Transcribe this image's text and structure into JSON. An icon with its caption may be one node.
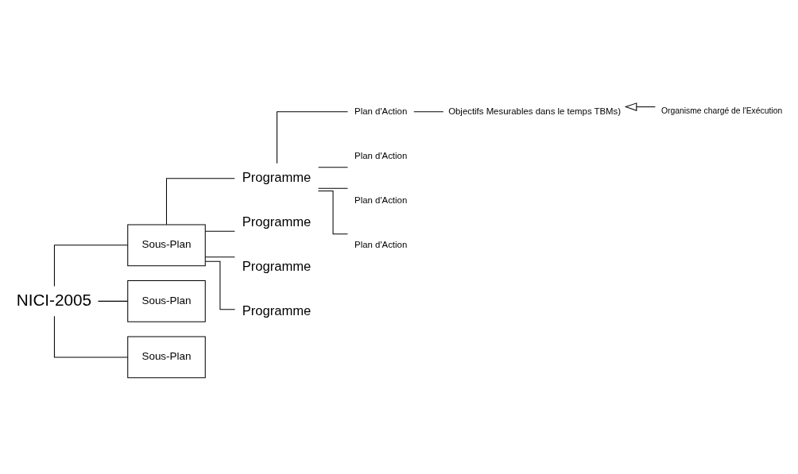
{
  "diagram": {
    "nodes": [
      {
        "text": [
          "NICI-2005"
        ]
      },
      {
        "text": [
          "Sous-Plan"
        ]
      },
      {
        "text": [
          "Sous-Plan"
        ]
      },
      {
        "text": [
          "Sous-Plan"
        ]
      },
      {
        "text": [
          "Programme"
        ]
      },
      {
        "text": [
          "Programme"
        ]
      },
      {
        "text": [
          "Programme"
        ]
      },
      {
        "text": [
          "Programme"
        ]
      },
      {
        "text": [
          "Plan d'Action"
        ]
      },
      {
        "text": [
          "Plan d'Action"
        ]
      },
      {
        "text": [
          "Plan d'Action"
        ]
      },
      {
        "text": [
          "Plan d'Action"
        ]
      },
      {
        "text": [
          "Objectifs Mesurables dans le temps TBMs)"
        ]
      },
      {
        "text": [
          "Organisme chargé de l'Exécution"
        ]
      }
    ],
    "edges": [
      {
        "from": 0,
        "to": 1,
        "arrow": "none"
      },
      {
        "from": 0,
        "to": 2,
        "arrow": "none"
      },
      {
        "from": 0,
        "to": 3,
        "arrow": "none"
      },
      {
        "from": 1,
        "to": 4,
        "arrow": "none"
      },
      {
        "from": 1,
        "to": 5,
        "arrow": "none"
      },
      {
        "from": 1,
        "to": 6,
        "arrow": "none"
      },
      {
        "from": 1,
        "to": 7,
        "arrow": "none"
      },
      {
        "from": 4,
        "to": 8,
        "arrow": "none"
      },
      {
        "from": 4,
        "to": 9,
        "arrow": "none"
      },
      {
        "from": 4,
        "to": 10,
        "arrow": "none"
      },
      {
        "from": 4,
        "to": 11,
        "arrow": "none"
      },
      {
        "from": 8,
        "to": 12,
        "arrow": "none"
      },
      {
        "from": 13,
        "to": 12,
        "arrow": "to"
      }
    ]
  }
}
